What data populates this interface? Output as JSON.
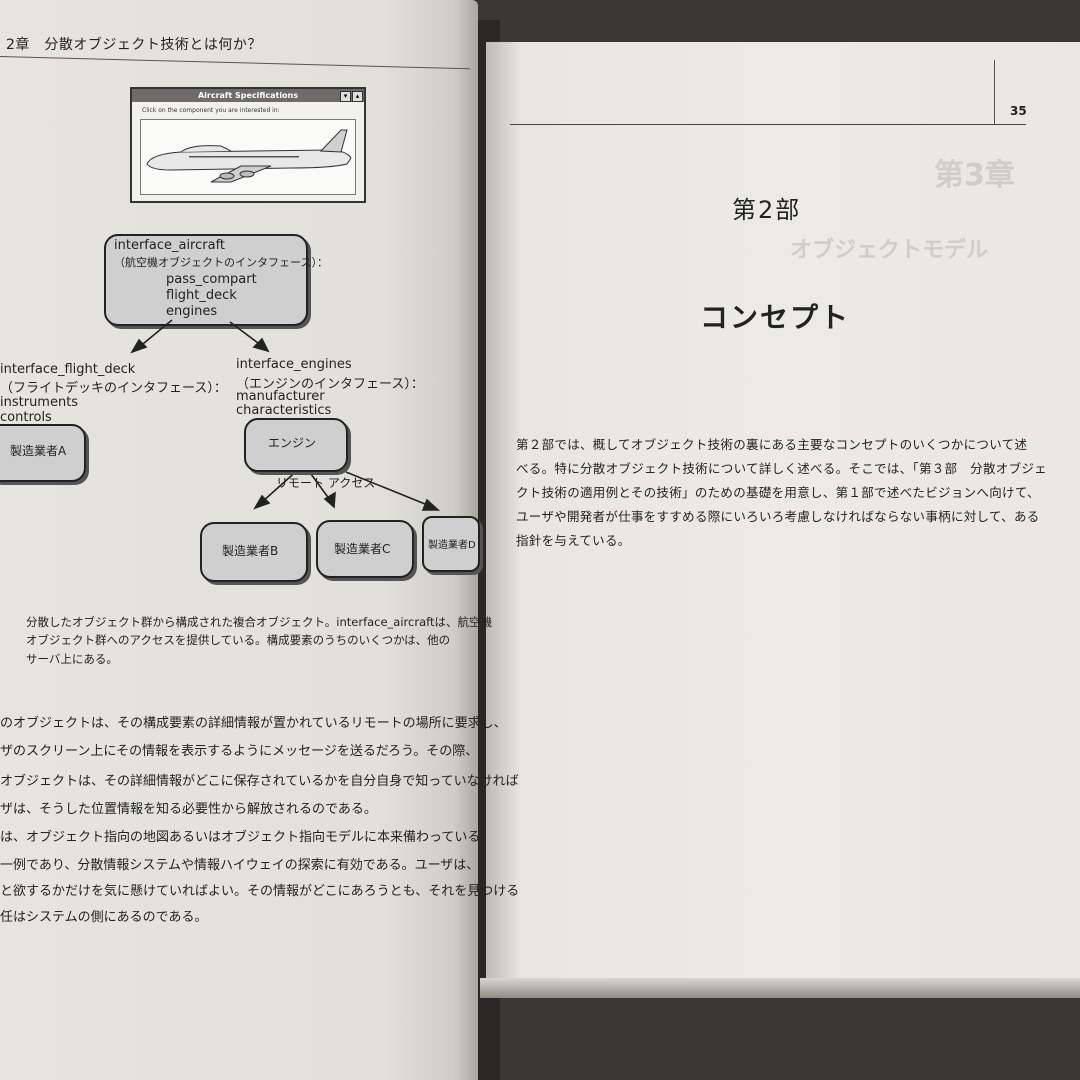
{
  "left_page": {
    "running_head": "2章　分散オブジェクト技術とは何か？",
    "dialog": {
      "title": "Aircraft Specifications",
      "prompt": "Click on the component you are interested in:"
    },
    "aircraft_box": {
      "title": "interface_aircraft",
      "subtitle": "（航空機オブジェクトのインタフェース）：",
      "items": [
        "pass_compart",
        "flight_deck",
        "engines"
      ]
    },
    "flight_deck": {
      "title": "interface_flight_deck",
      "subtitle": "（フライトデッキのインタフェース）：",
      "items": [
        "instruments",
        "controls"
      ]
    },
    "engines": {
      "title": "interface_engines",
      "subtitle": "（エンジンのインタフェース）：",
      "items": [
        "manufacturer",
        "characteristics"
      ]
    },
    "boxes": {
      "maker_a": "製造業者A",
      "engine": "エンジン",
      "remote_access": "リモート アクセス",
      "maker_b": "製造業者B",
      "maker_c": "製造業者C",
      "maker_d": "製造業者D"
    },
    "caption": [
      "分散したオブジェクト群から構成された複合オブジェクト。interface_aircraftは、航空機",
      "オブジェクト群へのアクセスを提供している。構成要素のうちのいくつかは、他の",
      "サーバ上にある。"
    ],
    "body": [
      "のオブジェクトは、その構成要素の詳細情報が置かれているリモートの場所に要求し、",
      "ザのスクリーン上にその情報を表示するようにメッセージを送るだろう。その際、",
      "オブジェクトは、その詳細情報がどこに保存されているかを自分自身で知っていなければ",
      "ザは、そうした位置情報を知る必要性から解放されるのである。",
      "は、オブジェクト指向の地図あるいはオブジェクト指向モデルに本来備わっている",
      "一例であり、分散情報システムや情報ハイウェイの探索に有効である。ユーザは、",
      "と欲するかだけを気に懸けていればよい。その情報がどこにあろうとも、それを見つける",
      "任はシステムの側にあるのである。"
    ]
  },
  "right_page": {
    "page_number": "35",
    "part_label": "第2部",
    "part_title": "コンセプト",
    "body": [
      "第２部では、概してオブジェクト技術の裏にある主要なコンセプトのいくつかについて述",
      "べる。特に分散オブジェクト技術について詳しく述べる。そこでは、「第３部　分散オブジェ",
      "クト技術の適用例とその技術」のための基礎を用意し、第１部で述べたビジョンへ向けて、",
      "ユーザや開発者が仕事をすすめる際にいろいろ考慮しなければならない事柄に対して、ある",
      "指針を与えている。"
    ],
    "show_through": {
      "chapter": "第3章",
      "title": "オブジェクトモデル"
    }
  }
}
